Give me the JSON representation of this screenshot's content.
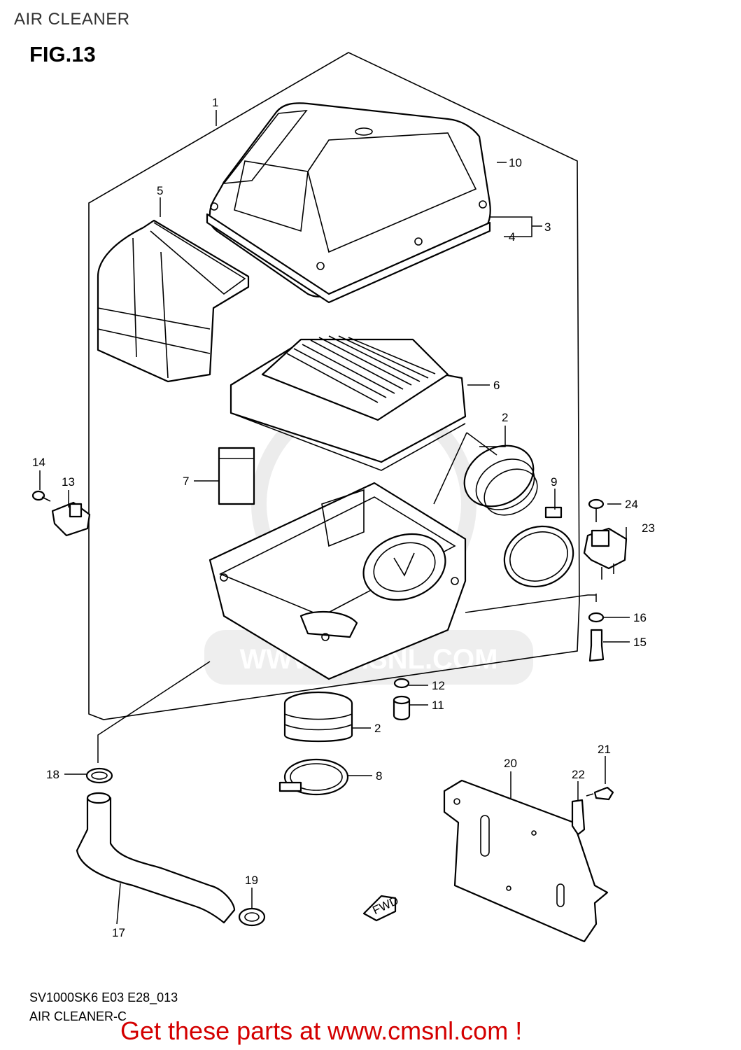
{
  "header": {
    "title": "AIR CLEANER",
    "figure": "FIG.13"
  },
  "watermark": {
    "text": "WWW.CMSNL.COM"
  },
  "fwd_label": "FWD",
  "callouts": {
    "c1": "1",
    "c2a": "2",
    "c2b": "2",
    "c3": "3",
    "c4": "4",
    "c5": "5",
    "c6": "6",
    "c7": "7",
    "c8": "8",
    "c9": "9",
    "c10": "10",
    "c11": "11",
    "c12": "12",
    "c13": "13",
    "c14": "14",
    "c15": "15",
    "c16": "16",
    "c17": "17",
    "c18": "18",
    "c19": "19",
    "c20": "20",
    "c21": "21",
    "c22": "22",
    "c23": "23",
    "c24": "24"
  },
  "footer": {
    "model_code": "SV1000SK6 E03 E28_013",
    "subtitle": "AIR CLEANER-C",
    "promo": "Get these parts at www.cmsnl.com !"
  },
  "colors": {
    "promo": "#d40000",
    "watermark": "#e6e6e6",
    "line": "#000000"
  }
}
